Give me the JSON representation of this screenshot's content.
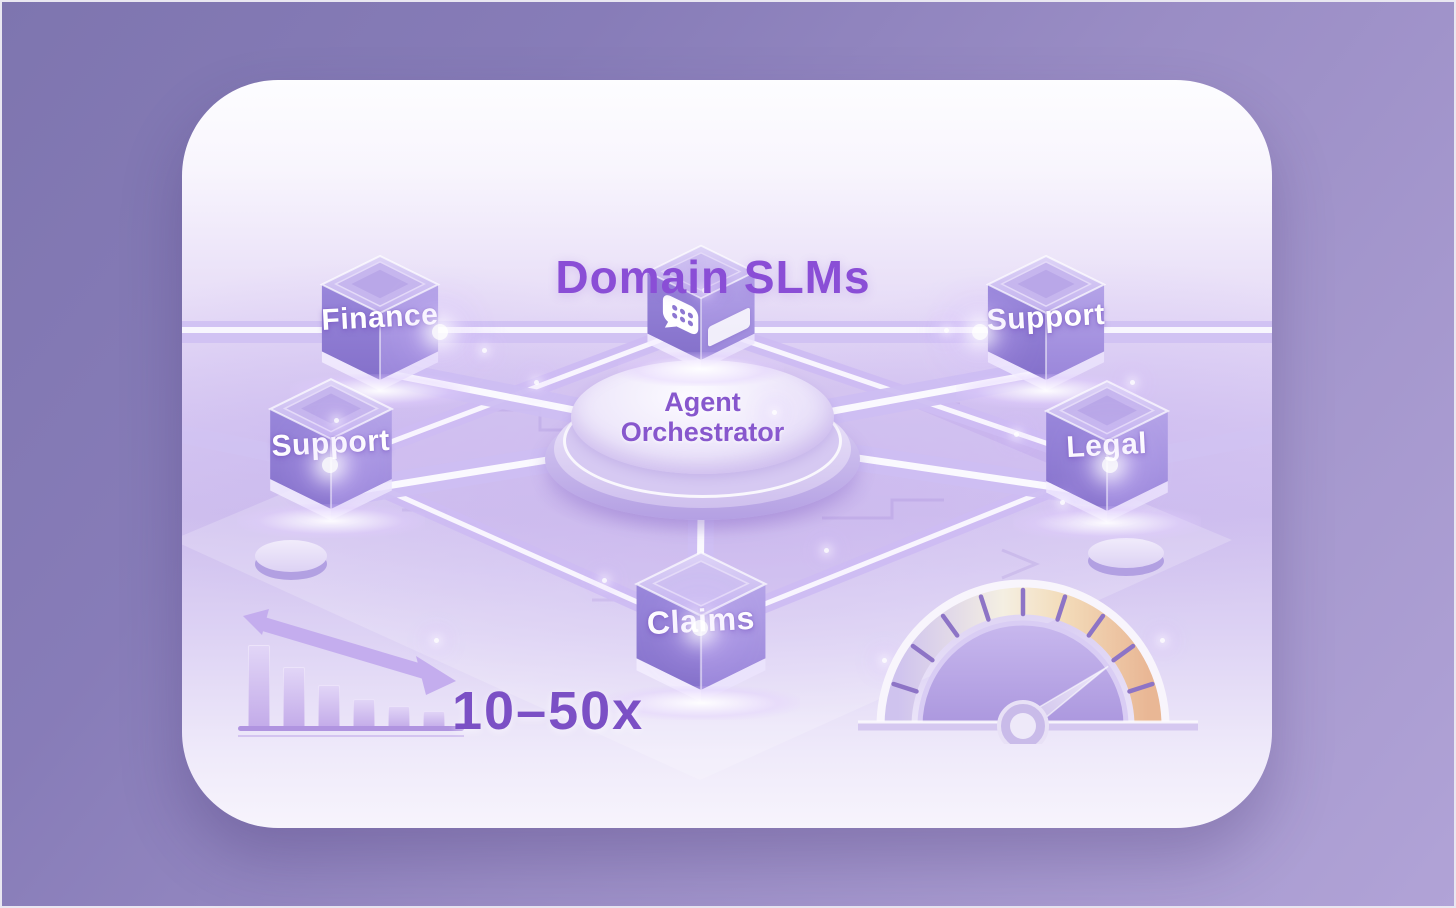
{
  "page_title": "Domain SLMs",
  "orchestrator": {
    "line1": "Agent",
    "line2": "Orchestrator"
  },
  "nodes": {
    "finance": "Finance",
    "support_right": "Support",
    "support_left": "Support",
    "legal": "Legal",
    "claims": "Claims"
  },
  "icons": {
    "chat_cube": "chat-bubble-icon",
    "trend": "declining-arrow-icon",
    "gauge": "speedometer-icon"
  },
  "metric_label": "10–50x",
  "chart_data": {
    "type": "bar",
    "title": "",
    "values": [
      83,
      61,
      43,
      29,
      22,
      17
    ],
    "trend": "decreasing",
    "annotation": "10–50x",
    "xlabel": "",
    "ylabel": ""
  },
  "gauge": {
    "needle_angle_deg": 55,
    "tick_count": 11
  },
  "colors": {
    "background_top_left": "#7e75af",
    "background_bottom_right": "#b1a3d7",
    "title_purple": "#8a4ed6",
    "cube_purple": "#9181d4",
    "label_white": "#ffffff",
    "metric_purple": "#7b50c5",
    "gauge_orange": "#eab795"
  }
}
